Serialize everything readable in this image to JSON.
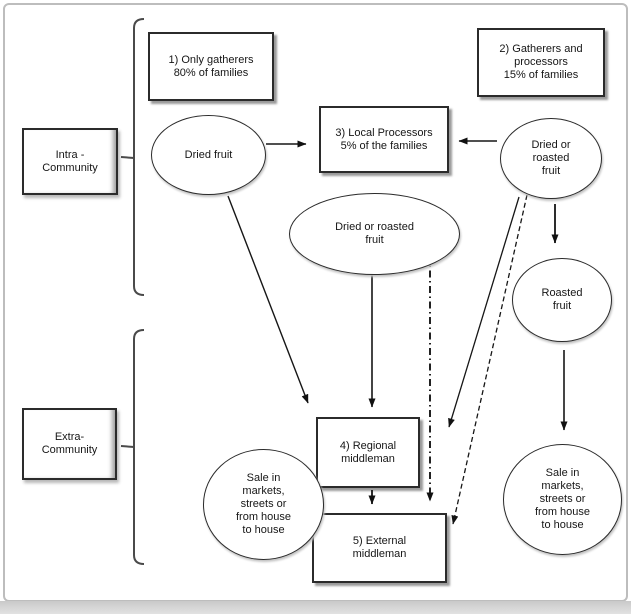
{
  "diagram": {
    "groups": {
      "intra_label": "Intra -\nCommunity",
      "extra_label": "Extra-\nCommunity"
    },
    "boxes": {
      "box1": "1) Only gatherers\n80% of families",
      "box2": "2) Gatherers and\nprocessors\n15% of families",
      "box3": "3) Local Processors\n5% of the families",
      "box4": "4) Regional\nmiddleman",
      "box5": "5) External\nmiddleman"
    },
    "ellipses": {
      "dried_fruit": "Dried fruit",
      "dried_or_roasted_mid": "Dried or roasted\nfruit",
      "dried_or_roasted_right": "Dried or\nroasted\nfruit",
      "roasted_fruit": "Roasted\nfruit",
      "sale_left": "Sale in\nmarkets,\nstreets or\nfrom house\nto house",
      "sale_right": "Sale in\nmarkets,\nstreets or\nfrom house\nto house"
    },
    "palette": {
      "ink": "#1a1a1a",
      "box_border": "#2b2b2b",
      "frame_border": "#bdbdbd",
      "footer_strip": "#d2d2d2"
    }
  }
}
